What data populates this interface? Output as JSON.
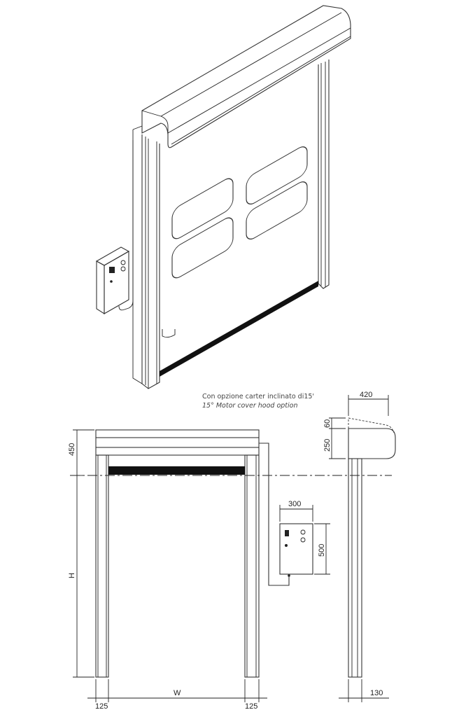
{
  "caption": {
    "it": "Con opzione carter inclinato di15'",
    "en": "15° Motor cover hood option"
  },
  "dimensions": {
    "hood_height": "450",
    "door_height": "H",
    "door_width": "W",
    "jamb_left": "125",
    "jamb_right": "125",
    "box_width": "300",
    "box_height": "500",
    "hood_depth": "420",
    "hood_incline": "60",
    "hood_side_height": "250",
    "jamb_depth": "130"
  },
  "colors": {
    "line": "#333333",
    "curtain_bar": "#111111"
  }
}
